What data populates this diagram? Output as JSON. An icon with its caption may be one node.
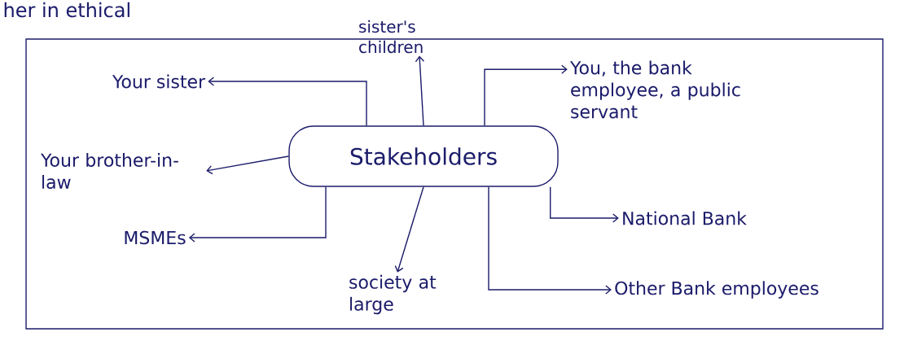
{
  "diagram": {
    "nodes": [
      {
        "text": [
          "Stakeholders"
        ]
      },
      {
        "text": [
          "Your sister"
        ]
      },
      {
        "text": [
          "sister's children"
        ]
      },
      {
        "text": [
          "You, the bank employee, a public servant"
        ]
      },
      {
        "text": [
          "Your brother-in-law"
        ]
      },
      {
        "text": [
          "MSMEs"
        ]
      },
      {
        "text": [
          "society at large"
        ]
      },
      {
        "text": [
          "National Bank"
        ]
      },
      {
        "text": [
          "Other Bank employees"
        ]
      }
    ],
    "edges": [
      {
        "from": 0,
        "to": 1,
        "arrow": "to"
      },
      {
        "from": 0,
        "to": 2,
        "arrow": "to"
      },
      {
        "from": 0,
        "to": 3,
        "arrow": "to"
      },
      {
        "from": 0,
        "to": 4,
        "arrow": "to"
      },
      {
        "from": 0,
        "to": 5,
        "arrow": "to"
      },
      {
        "from": 0,
        "to": 6,
        "arrow": "to"
      },
      {
        "from": 0,
        "to": 7,
        "arrow": "to"
      },
      {
        "from": 0,
        "to": 8,
        "arrow": "to"
      }
    ],
    "labels": [
      "her in ethical"
    ]
  }
}
